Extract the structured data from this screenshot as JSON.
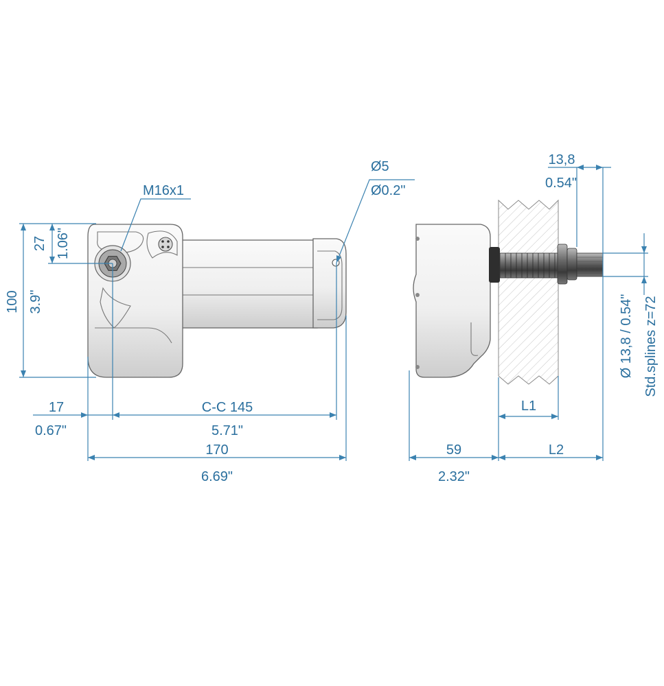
{
  "colors": {
    "dimension": "#2a6f9e",
    "body_light": "#f4f4f4",
    "body_shadow": "#cfcfcf",
    "bolt": "#555555",
    "hatch": "#bbbbbb"
  },
  "front_view": {
    "thread_label": "M16x1",
    "hole_label_mm": "Ø5",
    "hole_label_in": "Ø0.2\"",
    "height_mm": "100",
    "height_in": "3.9\"",
    "offset_mm": "27",
    "offset_in": "1.06\"",
    "edge_to_shaft_mm": "17",
    "edge_to_shaft_in": "0.67\"",
    "center_distance_mm": "C-C 145",
    "center_distance_in": "5.71\"",
    "overall_length_mm": "170",
    "overall_length_in": "6.69\""
  },
  "side_view": {
    "shaft_length_mm": "13,8",
    "shaft_length_in": "0.54\"",
    "spline_diameter": "Ø 13,8 / 0.54\"",
    "spline_spec": "Std.splines z=72",
    "bulkhead_label": "L1",
    "shaft_total_label": "L2",
    "housing_depth_mm": "59",
    "housing_depth_in": "2.32\""
  }
}
